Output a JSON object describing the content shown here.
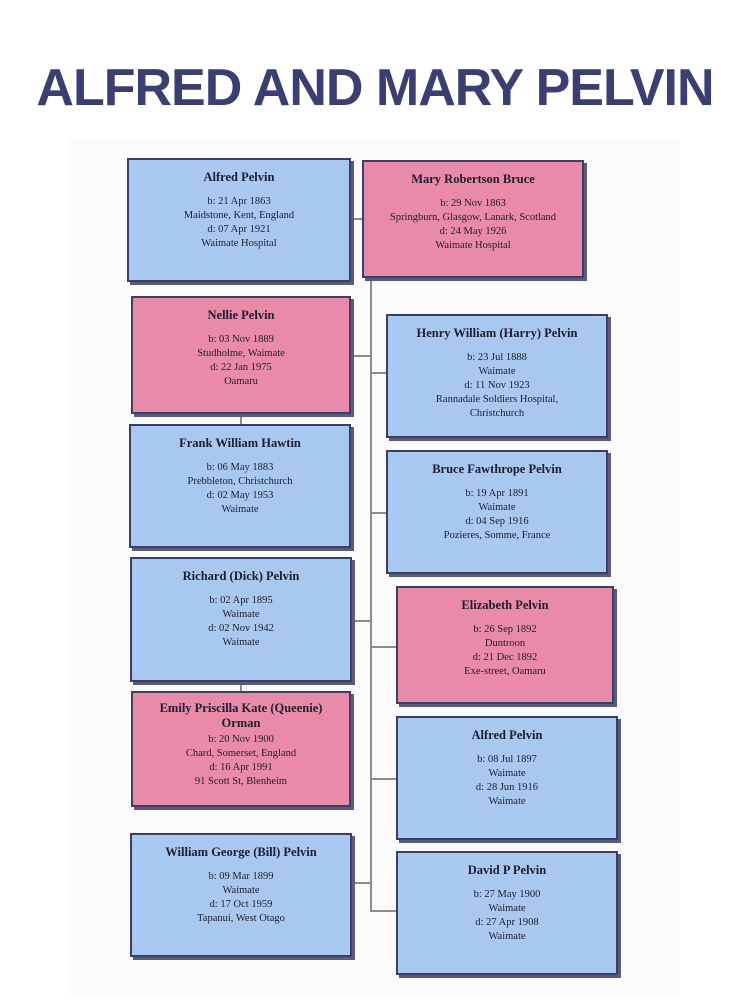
{
  "title": "ALFRED AND MARY PELVIN",
  "colors": {
    "title": "#3a3f73",
    "male": "#a8c8ef",
    "female": "#e88aa8",
    "border": "#3a3f6a",
    "connector": "#8c8c8c"
  },
  "people": [
    {
      "id": "alfred-pelvin-sr",
      "gender": "male",
      "name": "Alfred Pelvin",
      "lines": [
        "b: 21 Apr 1863",
        "Maidstone, Kent, England",
        "d: 07 Apr 1921",
        "Waimate Hospital"
      ]
    },
    {
      "id": "mary-robertson-bruce",
      "gender": "female",
      "name": "Mary Robertson Bruce",
      "lines": [
        "b: 29 Nov 1863",
        "Springburn, Glasgow, Lanark, Scotland",
        "d: 24 May 1926",
        "Waimate Hospital"
      ]
    },
    {
      "id": "nellie-pelvin",
      "gender": "female",
      "name": "Nellie Pelvin",
      "lines": [
        "b: 03 Nov 1889",
        "Studholme, Waimate",
        "d: 22 Jan 1975",
        "Oamaru"
      ]
    },
    {
      "id": "henry-william-pelvin",
      "gender": "male",
      "name": "Henry William (Harry) Pelvin",
      "lines": [
        "b: 23 Jul 1888",
        "Waimate",
        "d: 11 Nov 1923",
        "Rannadale Soldiers Hospital,",
        "Christchurch"
      ]
    },
    {
      "id": "frank-william-hawtin",
      "gender": "male",
      "name": "Frank William Hawtin",
      "lines": [
        "b: 06 May 1883",
        "Prebbleton, Christchurch",
        "d: 02 May 1953",
        "Waimate"
      ]
    },
    {
      "id": "bruce-fawthrope-pelvin",
      "gender": "male",
      "name": "Bruce Fawthrope Pelvin",
      "lines": [
        "b: 19 Apr 1891",
        "Waimate",
        "d: 04 Sep 1916",
        "Pozieres, Somme, France"
      ]
    },
    {
      "id": "richard-pelvin",
      "gender": "male",
      "name": "Richard (Dick) Pelvin",
      "lines": [
        "b: 02 Apr 1895",
        "Waimate",
        "d: 02 Nov 1942",
        "Waimate"
      ]
    },
    {
      "id": "elizabeth-pelvin",
      "gender": "female",
      "name": "Elizabeth Pelvin",
      "lines": [
        "b: 26 Sep 1892",
        "Duntroon",
        "d: 21 Dec 1892",
        "Exe-street, Oamaru"
      ]
    },
    {
      "id": "emily-orman",
      "gender": "female",
      "name": "Emily Priscilla Kate (Queenie) Orman",
      "lines": [
        "b: 20 Nov 1900",
        "Chard, Somerset, England",
        "d: 16 Apr 1991",
        "91 Scott St, Blenheim"
      ]
    },
    {
      "id": "alfred-pelvin-jr",
      "gender": "male",
      "name": "Alfred Pelvin",
      "lines": [
        "b: 08 Jul 1897",
        "Waimate",
        "d: 28 Jun 1916",
        "Waimate"
      ]
    },
    {
      "id": "william-george-pelvin",
      "gender": "male",
      "name": "William George (Bill) Pelvin",
      "lines": [
        "b: 09 Mar 1899",
        "Waimate",
        "d: 17 Oct 1959",
        "Tapanui, West Otago"
      ]
    },
    {
      "id": "david-p-pelvin",
      "gender": "male",
      "name": "David P Pelvin",
      "lines": [
        "b: 27 May 1900",
        "Waimate",
        "d: 27 Apr 1908",
        "Waimate"
      ]
    }
  ]
}
